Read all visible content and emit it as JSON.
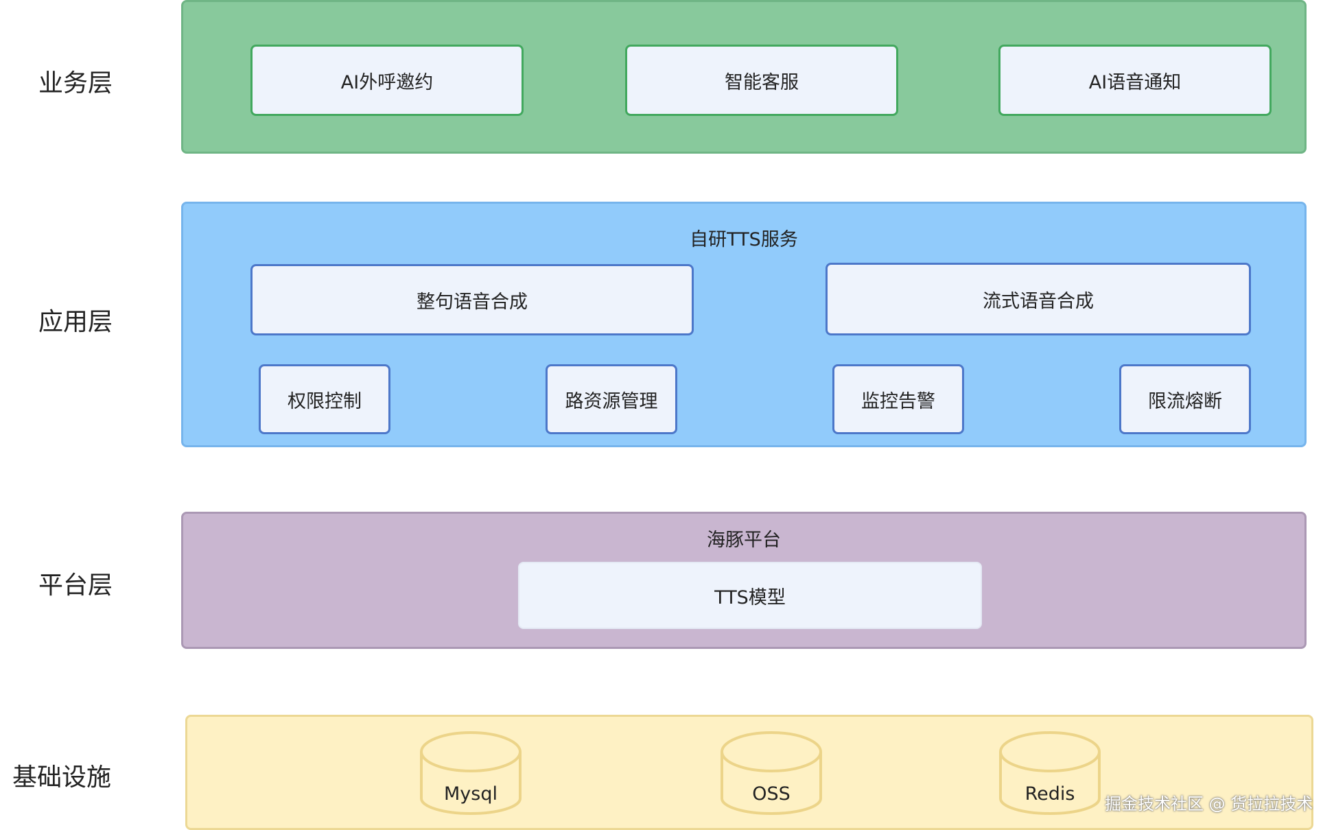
{
  "layers": {
    "business": "业务层",
    "application": "应用层",
    "platform": "平台层",
    "infra": "基础设施"
  },
  "business": {
    "items": [
      "AI外呼邀约",
      "智能客服",
      "AI语音通知"
    ]
  },
  "application": {
    "title": "自研TTS服务",
    "main_items": [
      "整句语音合成",
      "流式语音合成"
    ],
    "sub_items": [
      "权限控制",
      "路资源管理",
      "监控告警",
      "限流熔断"
    ]
  },
  "platform": {
    "title": "海豚平台",
    "model": "TTS模型"
  },
  "infra": {
    "databases": [
      "Mysql",
      "OSS",
      "Redis"
    ]
  },
  "watermark": "掘金技术社区 @ 货拉拉技术",
  "colors": {
    "business_band": "#88c99c",
    "application_band": "#91cbfb",
    "platform_band": "#c9b6d0",
    "infra_band": "#fef1c4",
    "box_fill": "#eef3fc",
    "green_border": "#42a85e",
    "blue_border": "#4c77c9"
  }
}
